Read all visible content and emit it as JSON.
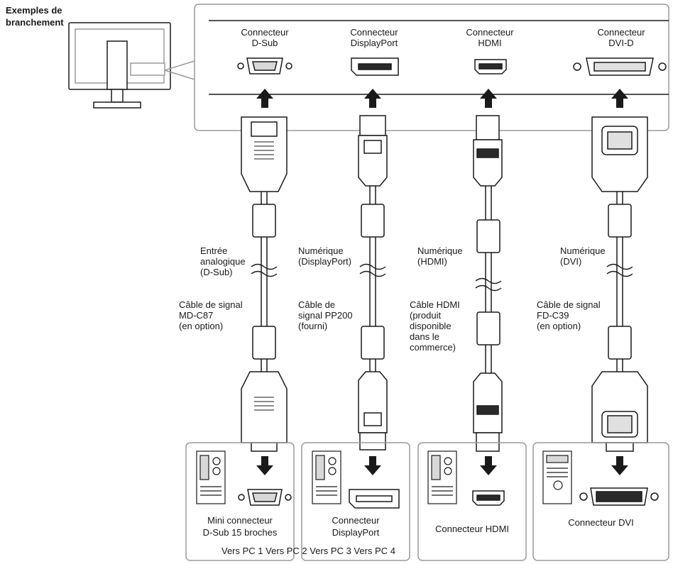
{
  "title": "Exemples de\nbranchement",
  "monitor_connectors": [
    {
      "line1": "Connecteur",
      "line2": "D-Sub"
    },
    {
      "line1": "Connecteur",
      "line2": "DisplayPort"
    },
    {
      "line1": "Connecteur",
      "line2": "HDMI"
    },
    {
      "line1": "Connecteur",
      "line2": "DVI-D"
    }
  ],
  "signal_labels": [
    "Entrée\nanalogique\n(D-Sub)",
    "Numérique\n(DisplayPort)",
    "Numérique\n(HDMI)",
    "Numérique\n(DVI)"
  ],
  "cable_labels": [
    "Câble de signal\nMD-C87\n(en option)",
    "Câble de\nsignal PP200\n(fourni)",
    "Câble HDMI\n(produit\ndisponible\ndans le\ncommerce)",
    "Câble de signal\nFD-C39\n(en option)"
  ],
  "pc_connectors": [
    "Mini connecteur\nD-Sub 15 broches",
    "Connecteur\nDisplayPort",
    "Connecteur HDMI",
    "Connecteur DVI"
  ],
  "pc_labels": "Vers PC 1 Vers PC 2 Vers PC 3 Vers PC 4",
  "colors": {
    "line": "#1a1a1a",
    "box": "#9a9a9a",
    "fill_light": "#f2f2f2",
    "fill_dark": "#2a2a2a"
  }
}
